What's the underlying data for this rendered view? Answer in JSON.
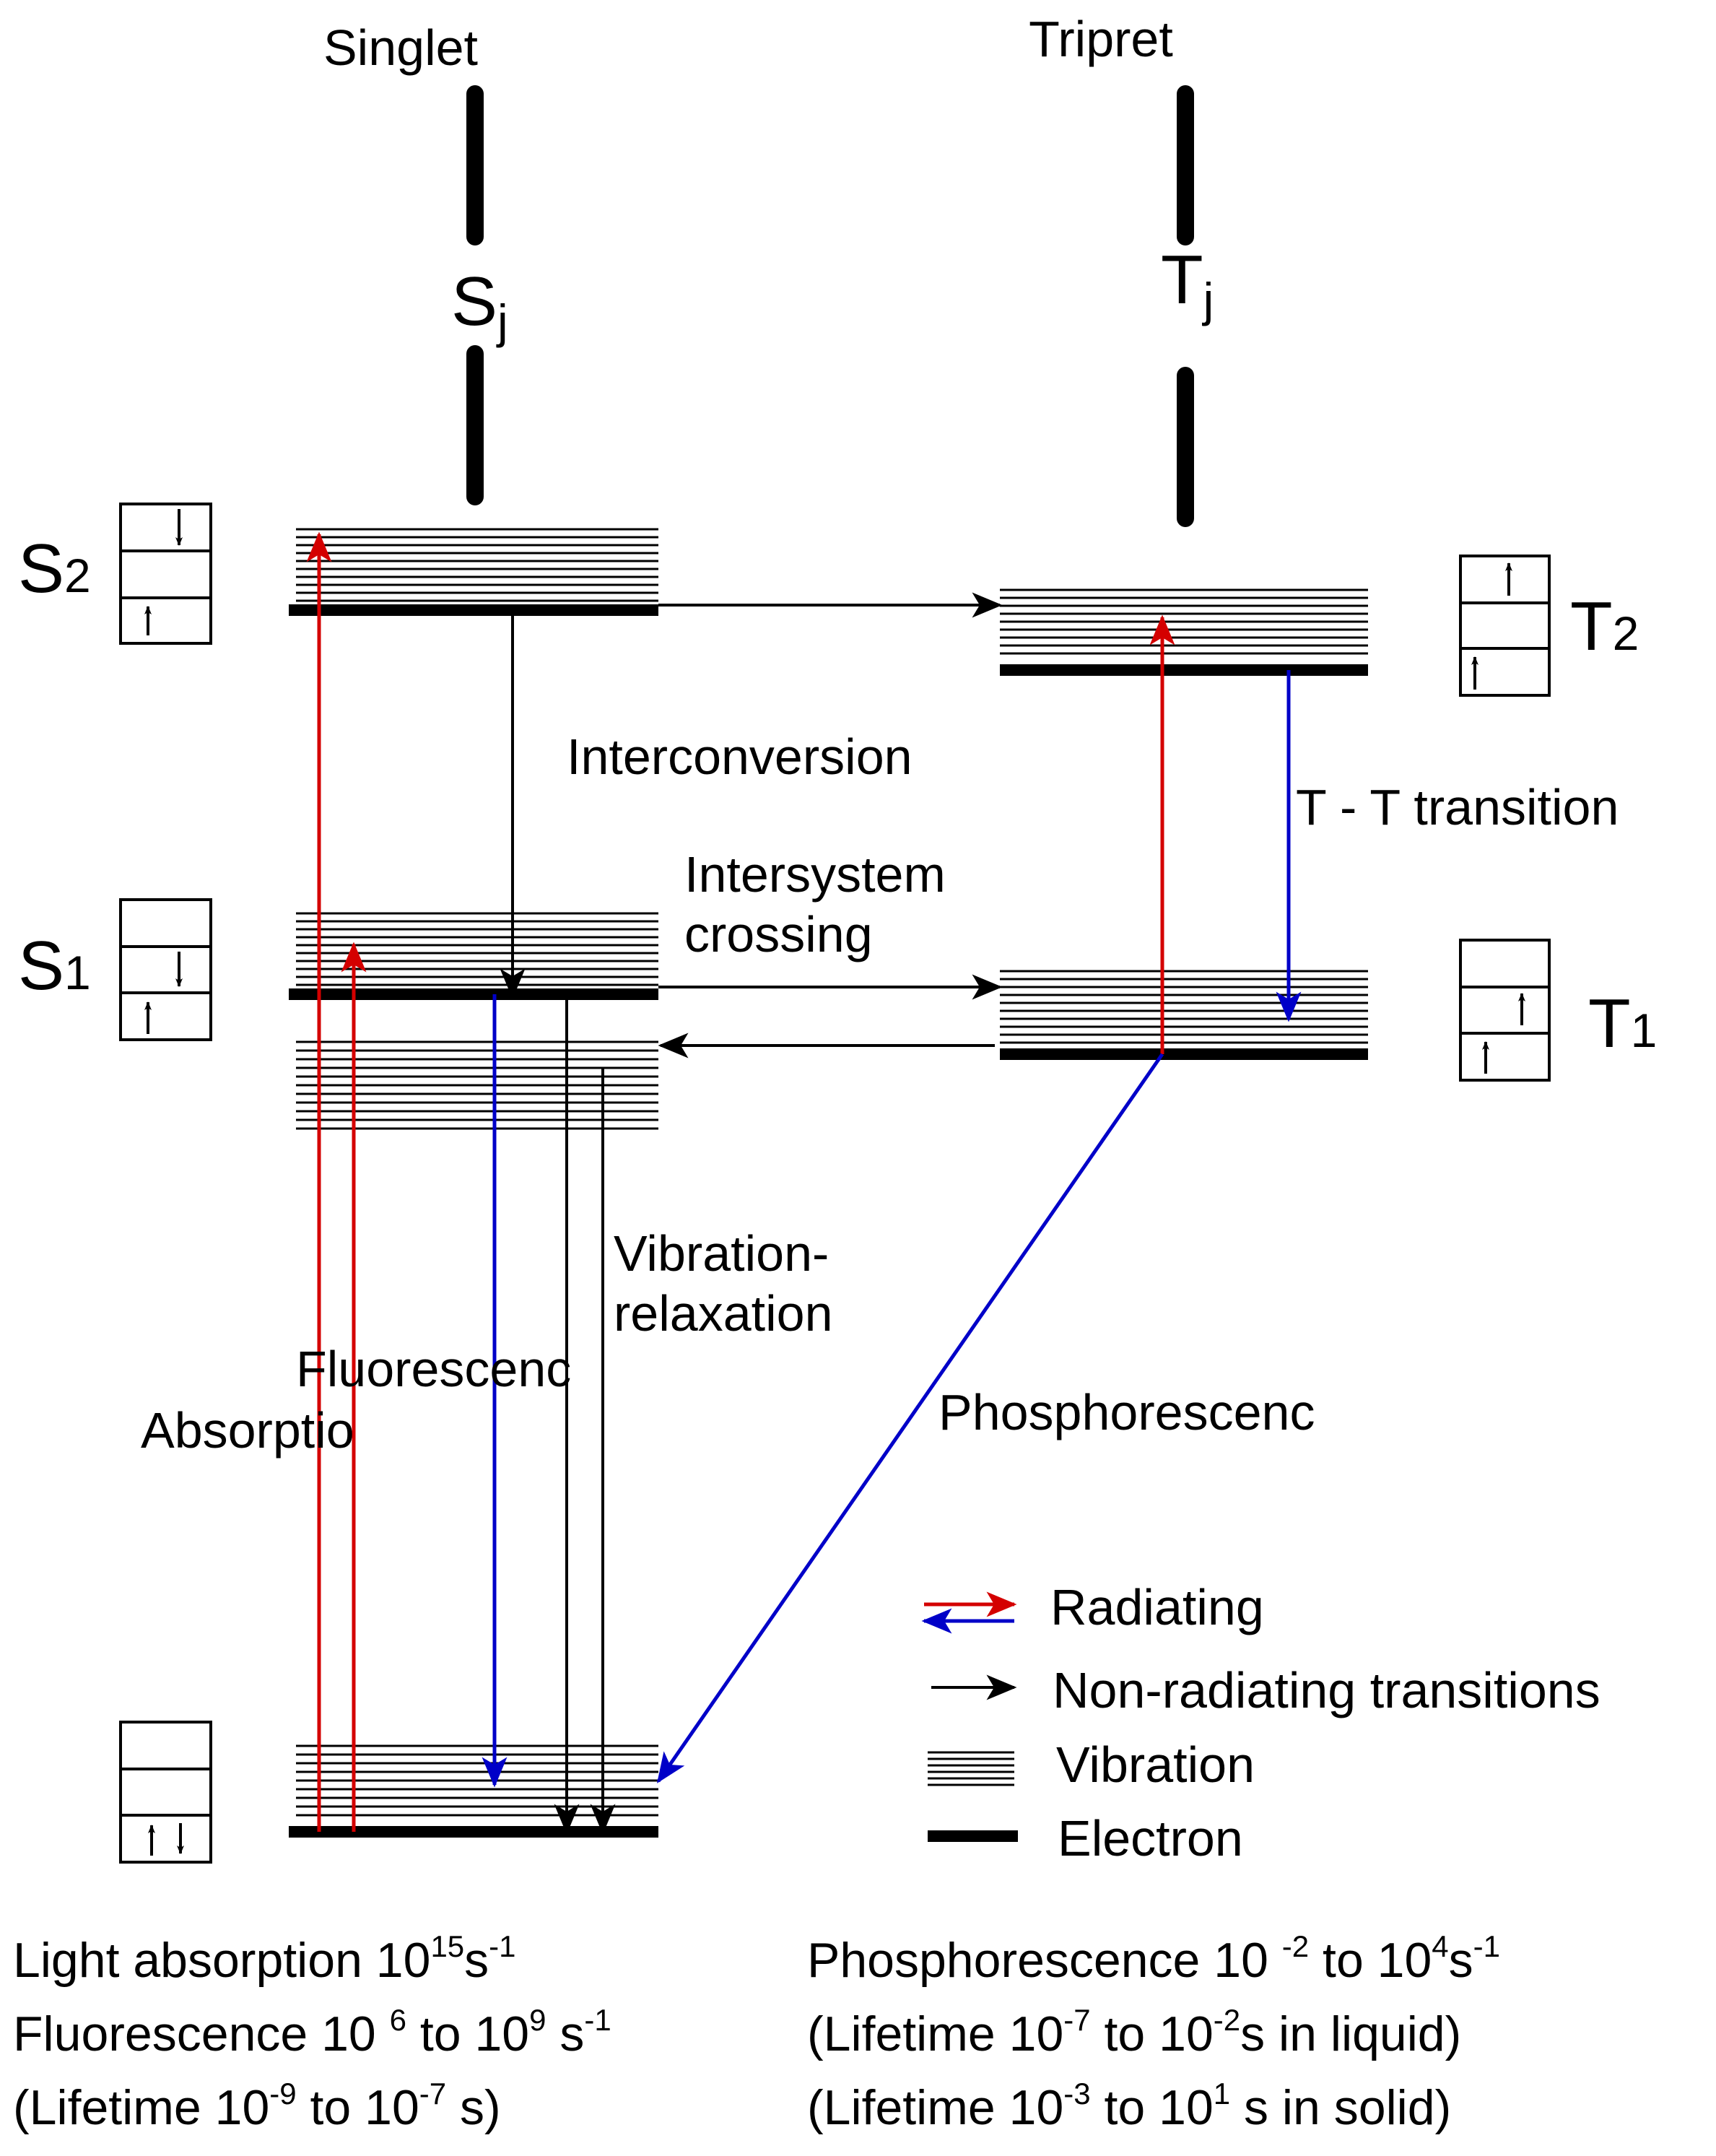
{
  "headers": {
    "singlet": "Singlet",
    "triplet": "Tripret"
  },
  "states": {
    "sj": {
      "main": "S",
      "sub": "j"
    },
    "tj": {
      "main": "T",
      "sub": "j"
    },
    "s2": {
      "main": "S",
      "sub": "2"
    },
    "s1": {
      "main": "S",
      "sub": "1"
    },
    "t2": {
      "main": "T",
      "sub": "2"
    },
    "t1": {
      "main": "T",
      "sub": "1"
    }
  },
  "processes": {
    "interconversion": "Interconversion",
    "intersystem_line1": "Intersystem",
    "intersystem_line2": "crossing",
    "tt_transition": "T - T transition",
    "vibration_line1": "Vibration-",
    "vibration_line2": "relaxation",
    "fluorescence": "Fluorescenc",
    "absorption": "Absorptio",
    "phosphorescence": "Phosphorescenc"
  },
  "legend": {
    "radiating": "Radiating",
    "non_radiating": "Non-radiating transitions",
    "vibration": "Vibration",
    "electron": "Electron"
  },
  "colors": {
    "radiating_up": "#d40000",
    "radiating_down": "#0000c8",
    "non_radiating": "#000000"
  },
  "rates_left": [
    {
      "pre": "Light absorption 10",
      "sup1": "15",
      "mid": "s",
      "sup2": "-1",
      "post": ""
    },
    {
      "pre": "Fluorescence 10 ",
      "sup1": "6",
      "mid": " to 10",
      "sup2": "9",
      "post": " s",
      "sup3": "-1"
    },
    {
      "pre": "(Lifetime 10",
      "sup1": "-9",
      "mid": " to 10",
      "sup2": "-7",
      "post": " s)"
    }
  ],
  "rates_right": [
    {
      "pre": "Phosphorescence 10 ",
      "sup1": "-2",
      "mid": " to 10",
      "sup2": "4",
      "post": "s",
      "sup3": "-1"
    },
    {
      "pre": "(Lifetime 10",
      "sup1": "-7",
      "mid": " to 10",
      "sup2": "-2",
      "post": "s in liquid)"
    },
    {
      "pre": "(Lifetime 10",
      "sup1": "-3",
      "mid": " to 10",
      "sup2": "1",
      "post": " s in solid)"
    }
  ]
}
